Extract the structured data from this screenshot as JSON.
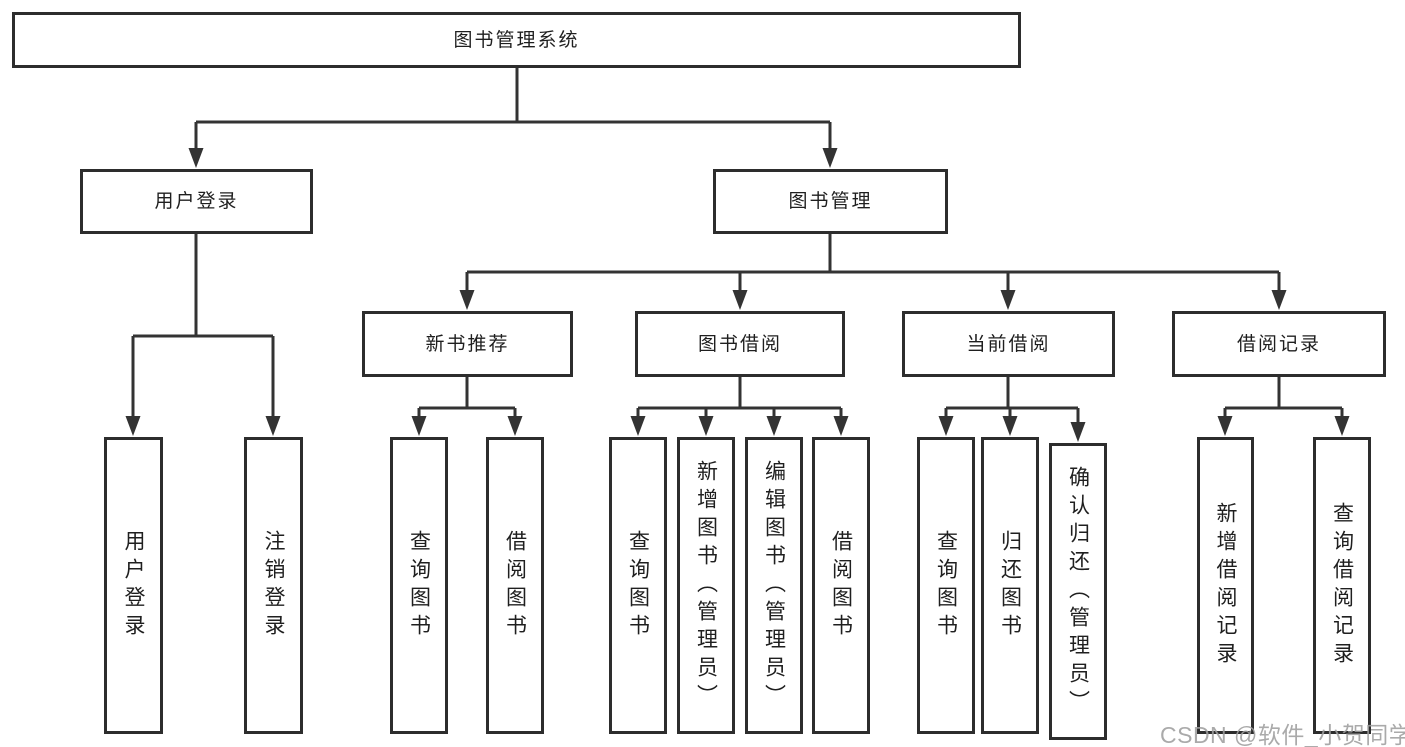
{
  "diagram_title": "图书管理系统",
  "tree": {
    "label": "图书管理系统",
    "children": [
      {
        "label": "用户登录",
        "children": [
          {
            "label": "用户登录"
          },
          {
            "label": "注销登录"
          }
        ]
      },
      {
        "label": "图书管理",
        "children": [
          {
            "label": "新书推荐",
            "children": [
              {
                "label": "查询图书"
              },
              {
                "label": "借阅图书"
              }
            ]
          },
          {
            "label": "图书借阅",
            "children": [
              {
                "label": "查询图书"
              },
              {
                "label": "新增图书（管理员）"
              },
              {
                "label": "编辑图书（管理员）"
              },
              {
                "label": "借阅图书"
              }
            ]
          },
          {
            "label": "当前借阅",
            "children": [
              {
                "label": "查询图书"
              },
              {
                "label": "归还图书"
              },
              {
                "label": "确认归还（管理员）"
              }
            ]
          },
          {
            "label": "借阅记录",
            "children": [
              {
                "label": "新增借阅记录"
              },
              {
                "label": "查询借阅记录"
              }
            ]
          }
        ]
      }
    ]
  },
  "watermark": {
    "text": "CSDN @软件_小贺同学",
    "color": "#9e9e9e"
  },
  "colors": {
    "background": "#ffffff",
    "line": "#333333",
    "box_border": "#2d2d2d",
    "text": "#1f1f1f"
  }
}
